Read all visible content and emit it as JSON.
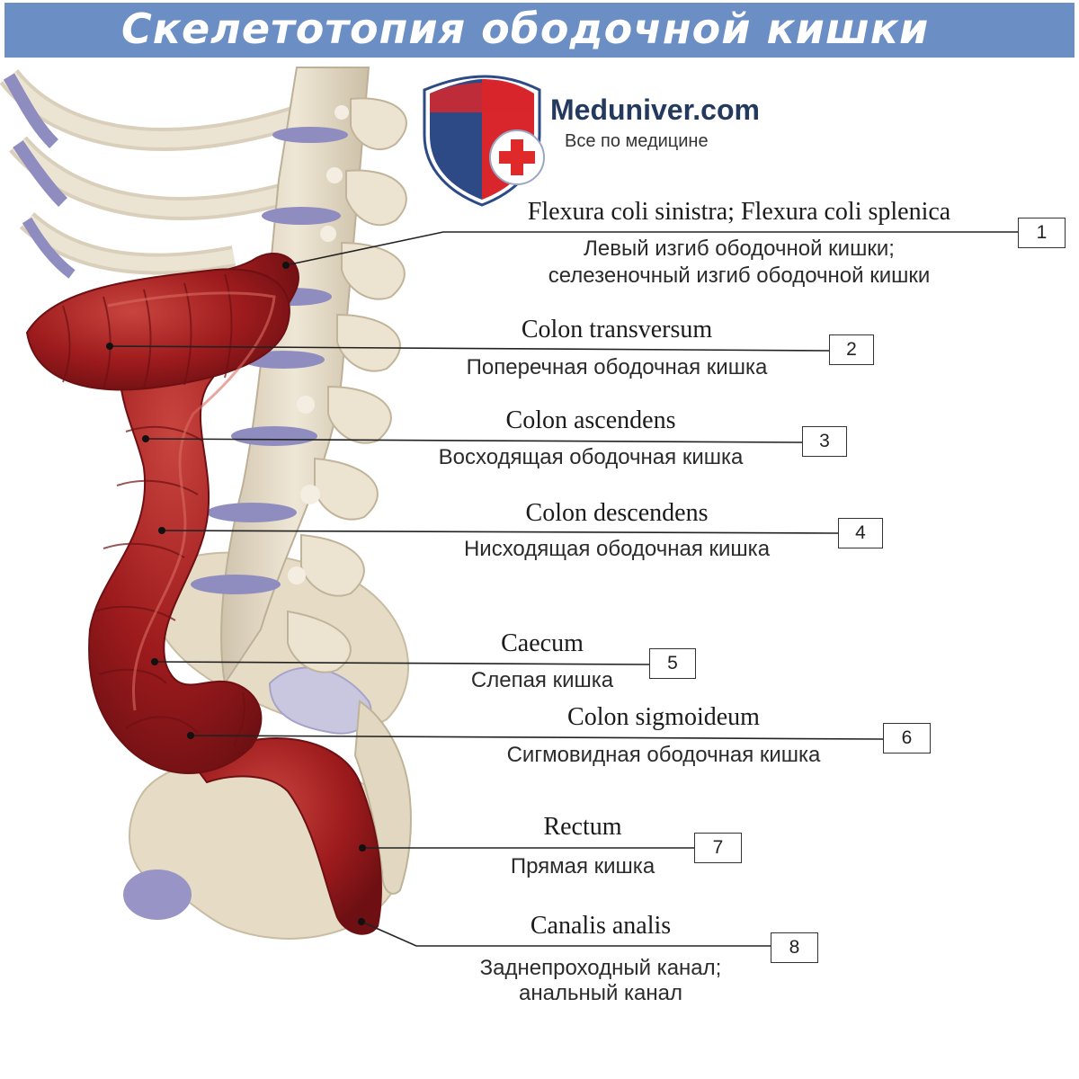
{
  "title": "Скелетотопия ободочной кишки",
  "logo": {
    "name": "Meduniver.com",
    "tagline": "Все по медицине"
  },
  "colors": {
    "banner": "#6b8ec4",
    "colon": "#9e1b1d",
    "bone": "#e8dfcc",
    "disc": "#8f8dc0",
    "logo_red": "#d8262c",
    "logo_blue": "#2d4a86"
  },
  "labels": [
    {
      "number": "1",
      "latin": "Flexura coli sinistra; Flexura coli splenica",
      "russian": "Левый изгиб ободочной кишки;",
      "russian2": "селезеночный изгиб ободочной кишки"
    },
    {
      "number": "2",
      "latin": "Colon transversum",
      "russian": "Поперечная ободочная кишка"
    },
    {
      "number": "3",
      "latin": "Colon ascendens",
      "russian": "Восходящая ободочная кишка"
    },
    {
      "number": "4",
      "latin": "Colon descendens",
      "russian": "Нисходящая ободочная кишка"
    },
    {
      "number": "5",
      "latin": "Caecum",
      "russian": "Слепая кишка"
    },
    {
      "number": "6",
      "latin": "Colon sigmoideum",
      "russian": "Сигмовидная ободочная кишка"
    },
    {
      "number": "7",
      "latin": "Rectum",
      "russian": "Прямая кишка"
    },
    {
      "number": "8",
      "latin": "Canalis analis",
      "russian": "Заднепроходный канал;",
      "russian2": "анальный канал"
    }
  ]
}
